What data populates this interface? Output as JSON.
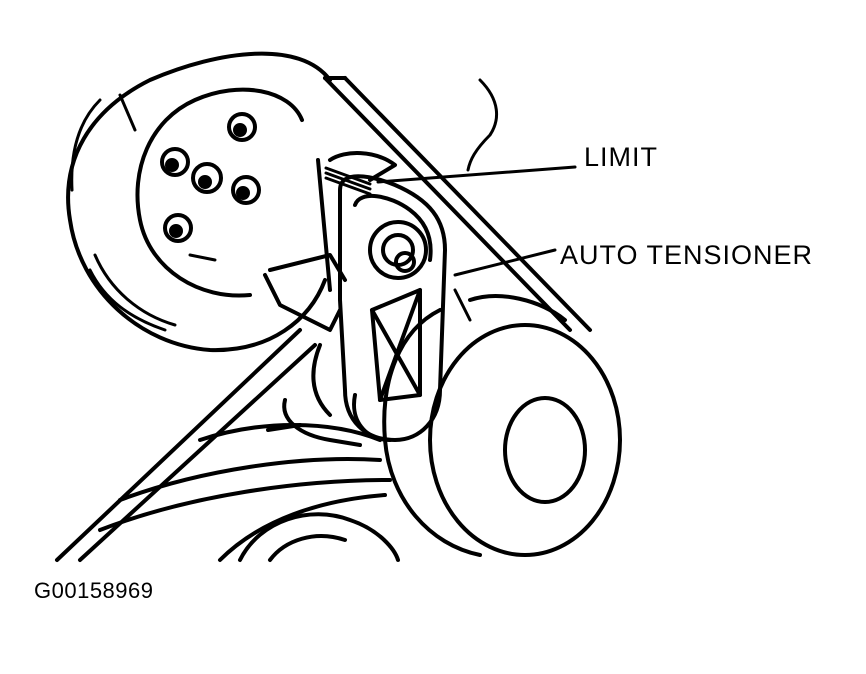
{
  "labels": {
    "limit": "LIMIT",
    "auto_tensioner": "AUTO TENSIONER"
  },
  "figure_id": "G00158969"
}
